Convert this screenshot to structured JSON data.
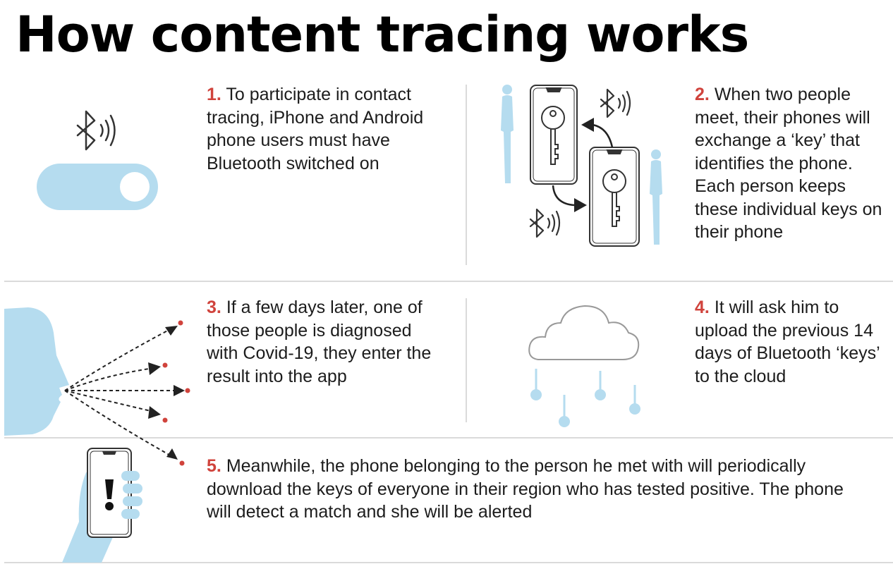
{
  "title": "How content tracing works",
  "steps": [
    {
      "num": "1.",
      "text": "To participate in contact tracing, iPhone and Android phone users must have Bluetooth switched on"
    },
    {
      "num": "2.",
      "text": "When two people meet, their phones will exchange a ‘key’ that identifies the phone. Each person keeps these individual keys on their phone"
    },
    {
      "num": "3.",
      "text": "If a few days later, one of those people is diagnosed with Covid-19, they enter the result into the app"
    },
    {
      "num": "4.",
      "text": "It will ask him to upload the previous 14 days of Bluetooth ‘keys’ to the cloud"
    },
    {
      "num": "5.",
      "text": "Meanwhile, the phone belonging to the person he met with will periodically download the keys of everyone in their region who has tested positive. The phone will detect a match and she will be alerted"
    }
  ],
  "colors": {
    "accent": "#d0433c",
    "illustration": "#b5dcef",
    "line": "#333333",
    "divider": "#dadada"
  },
  "icons": [
    "bluetooth-icon",
    "toggle-switch-icon",
    "phone-icon",
    "key-icon",
    "person-silhouette-icon",
    "cloud-icon",
    "alert-icon",
    "hand-icon"
  ]
}
